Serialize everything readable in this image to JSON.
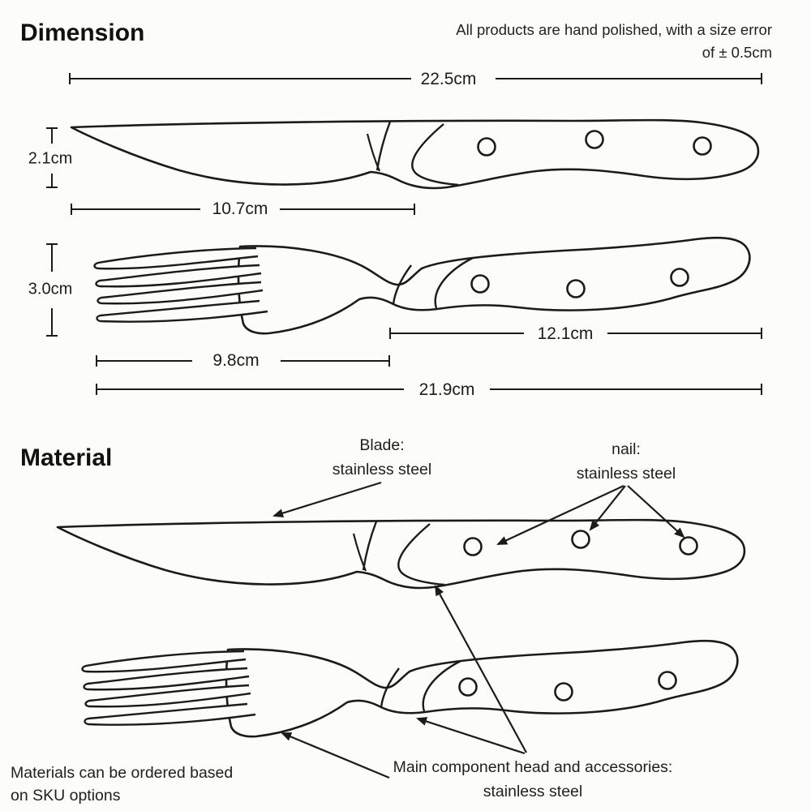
{
  "colors": {
    "line": "#1b1b1b",
    "text": "#1d1d1d",
    "background": "#fcfcfa"
  },
  "dimension_section": {
    "title": "Dimension",
    "tolerance_note": {
      "line1": "All products are hand polished, with a size error",
      "line2": "of ± 0.5cm"
    },
    "knife": {
      "total_length": "22.5cm",
      "blade_width": "2.1cm",
      "blade_length": "10.7cm"
    },
    "fork": {
      "head_width": "3.0cm",
      "head_length": "9.8cm",
      "handle_length": "12.1cm",
      "total_length": "21.9cm"
    }
  },
  "material_section": {
    "title": "Material",
    "blade_label": {
      "line1": "Blade:",
      "line2": "stainless steel"
    },
    "nail_label": {
      "line1": "nail:",
      "line2": "stainless steel"
    },
    "main_component_label": {
      "line1": "Main component head and accessories:",
      "line2": "stainless steel"
    },
    "sku_note": {
      "line1": "Materials can be ordered based",
      "line2": "on SKU options"
    }
  }
}
